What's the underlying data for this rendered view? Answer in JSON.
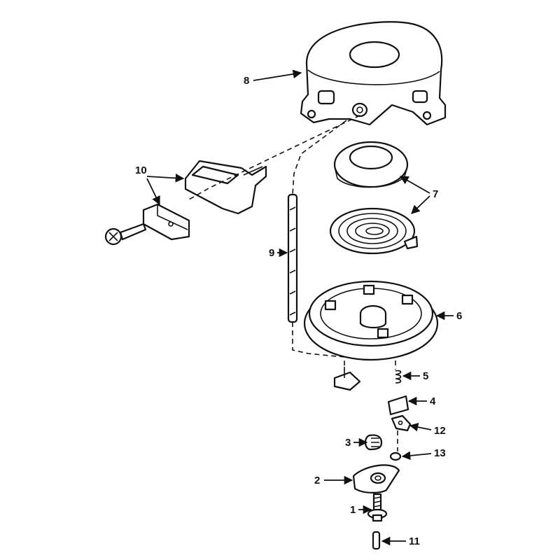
{
  "callouts": [
    {
      "id": "8",
      "part": "housing"
    },
    {
      "id": "10",
      "part": "handle-and-retainer"
    },
    {
      "id": "7",
      "part": "spring-and-cup"
    },
    {
      "id": "9",
      "part": "rope"
    },
    {
      "id": "6",
      "part": "pulley"
    },
    {
      "id": "5",
      "part": "pawl-spring"
    },
    {
      "id": "4",
      "part": "pawl"
    },
    {
      "id": "12",
      "part": "pawl-link"
    },
    {
      "id": "3",
      "part": "brake-spring"
    },
    {
      "id": "13",
      "part": "screw-small"
    },
    {
      "id": "2",
      "part": "retainer-plate"
    },
    {
      "id": "1",
      "part": "center-screw"
    },
    {
      "id": "11",
      "part": "pin"
    }
  ],
  "colors": {
    "ink": "#111111",
    "paper": "#ffffff"
  }
}
